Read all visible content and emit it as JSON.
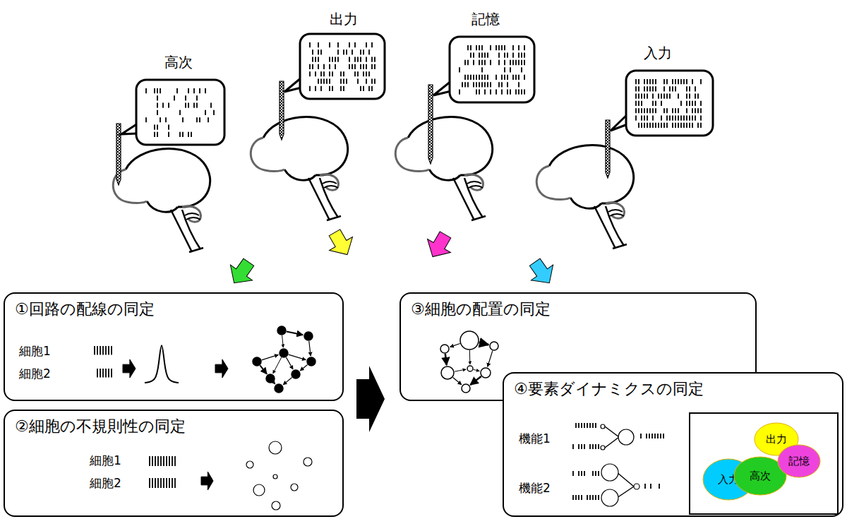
{
  "diagram": {
    "nodes": [
      {
        "text": [
          "①回路の配線の同定"
        ]
      },
      {
        "text": [
          "②細胞の不規則性の同定"
        ]
      },
      {
        "text": [
          "③細胞の配置の同定"
        ]
      },
      {
        "text": [
          "④要素ダイナミクスの同定"
        ]
      },
      {
        "text": [
          "出力"
        ],
        "in": 3
      },
      {
        "text": [
          "記憶"
        ],
        "in": 3
      },
      {
        "text": [
          "入力"
        ],
        "in": 3
      },
      {
        "text": [
          "高次"
        ],
        "in": 3
      }
    ],
    "labels": [
      "高次",
      "出力",
      "記憶",
      "入力",
      "細胞1",
      "細胞2",
      "細胞1",
      "細胞2",
      "機能1",
      "機能2"
    ]
  }
}
